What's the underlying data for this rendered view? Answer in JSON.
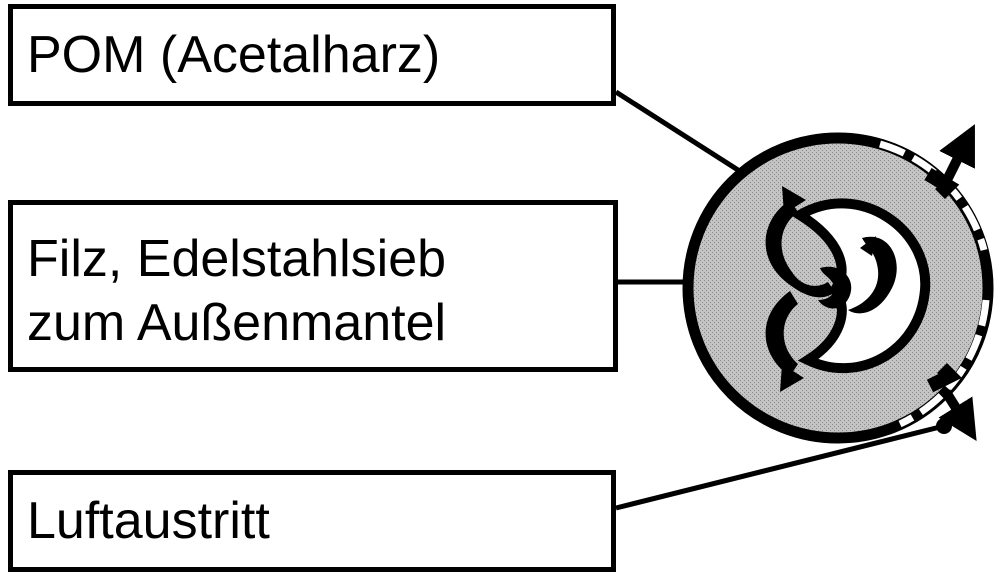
{
  "labels": {
    "pom": "POM (Acetalharz)",
    "filz_line1": "Filz, Edelstahlsieb",
    "filz_line2": "zum Außenmantel",
    "luft": "Luftaustritt"
  },
  "colors": {
    "ink": "#000000",
    "paper": "#ffffff",
    "felt_gray": "#b8b8b8"
  }
}
